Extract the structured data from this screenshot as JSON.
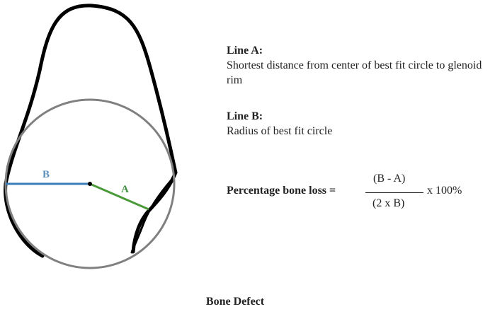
{
  "diagram": {
    "line_a_label": "A",
    "line_b_label": "B",
    "colors": {
      "glenoid_outline": "#000000",
      "best_fit_circle": "#808080",
      "line_a": "#4a9a3a",
      "line_b": "#3a7db8",
      "label_b": "#5a8fbe",
      "label_a": "#3f8f3f"
    }
  },
  "legend": {
    "line_a": {
      "title": "Line A:",
      "description": "Shortest distance from center of best fit circle to glenoid rim"
    },
    "line_b": {
      "title": "Line B:",
      "description": "Radius of best fit circle"
    }
  },
  "formula": {
    "label": "Percentage bone loss =",
    "numerator": "(B - A)",
    "denominator": "(2 x B)",
    "multiplier": "x 100%"
  },
  "caption": "Bone Defect"
}
